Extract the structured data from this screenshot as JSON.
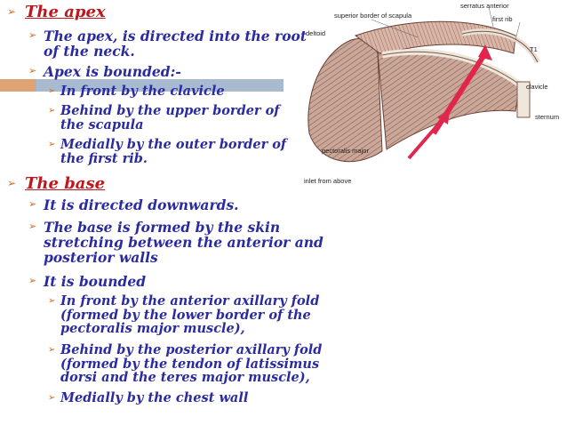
{
  "bullets": {
    "apex_heading": "The apex",
    "apex_1": "The apex, is directed into the root of the neck.",
    "apex_2": "Apex is bounded:-",
    "apex_2a": "In front by the clavicle",
    "apex_2b": "Behind by the upper border of the scapula",
    "apex_2c": "Medially by the outer border of the first rib.",
    "base_heading": "The base",
    "base_1": "It is directed downwards.",
    "base_2": "The base is formed by the skin stretching between the anterior and posterior walls",
    "base_3": "It is bounded",
    "base_3a": "In front by the anterior axillary fold (formed by the lower border of the pectoralis major muscle),",
    "base_3b": "Behind by the posterior axillary fold (formed by the tendon of latissimus dorsi and the teres major muscle),",
    "base_3c": "Medially by the chest wall"
  },
  "figure": {
    "label_superior_border": "superior border of scapula",
    "label_serratus": "serratus anterior",
    "label_first_rib": "first rib",
    "label_deltoid": "deltoid",
    "label_t1": "T1",
    "label_clavicle": "clavicle",
    "label_sternum": "sternum",
    "label_pectoralis": "pectoralis major",
    "label_inlet": "inlet from above"
  },
  "colors": {
    "heading": "#c0171c",
    "body_text": "#2b2ba0",
    "bullet_arrow": "#d2691e",
    "bar_left": "#e0a474",
    "bar_right": "#9fb3cb"
  },
  "icons": {
    "bullet": "arrowhead-bullet-icon"
  }
}
